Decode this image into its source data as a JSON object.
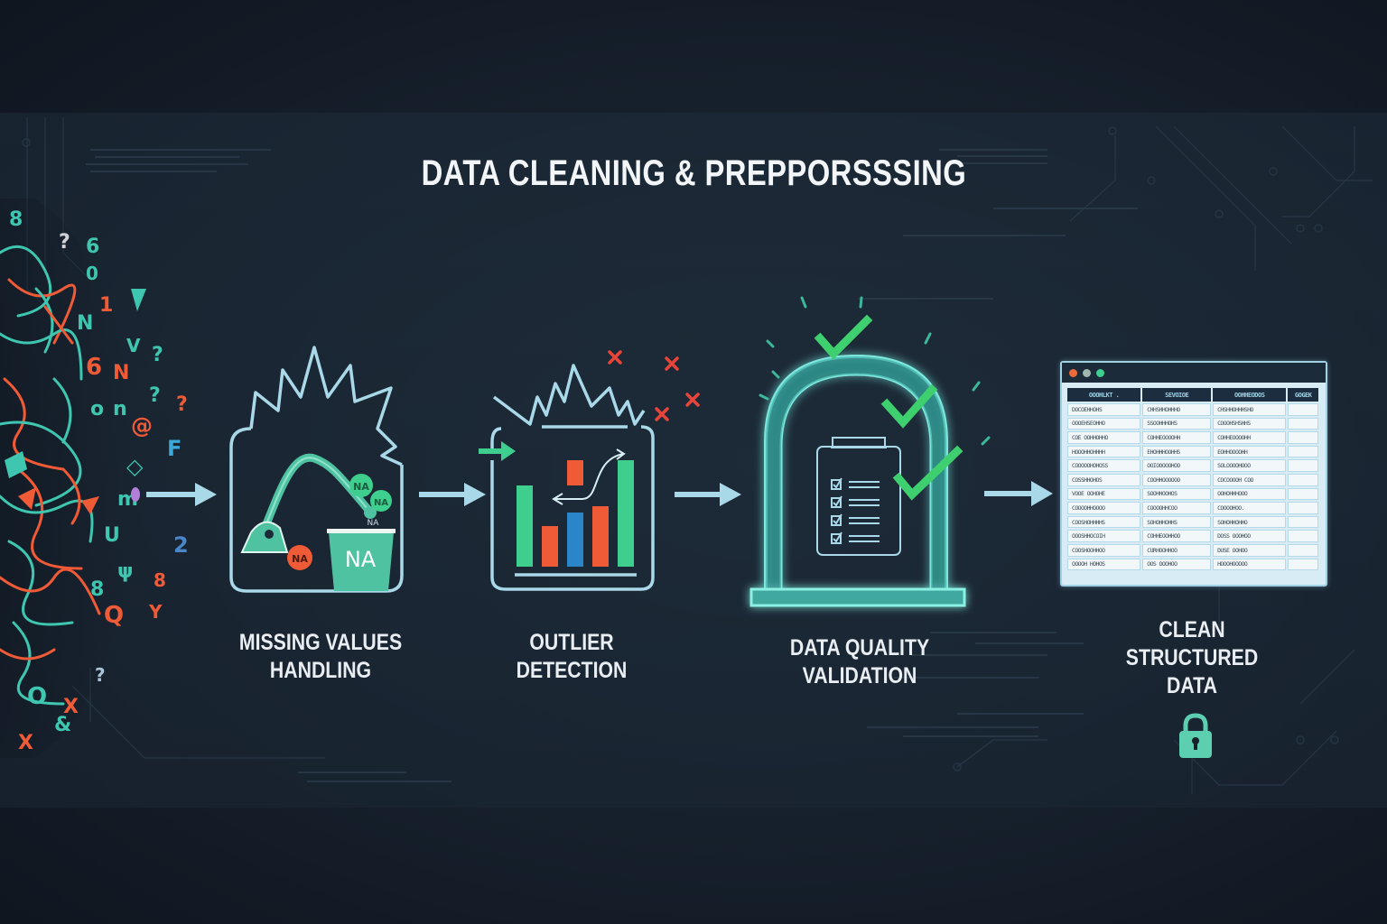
{
  "title": "DATA CLEANING & PREPPORSSSING",
  "colors": {
    "background": "#18232f",
    "accent_teal": "#4fc3a1",
    "accent_green": "#3ecf6e",
    "accent_red": "#ef5a37",
    "accent_blue": "#2a86c9",
    "outline_blue": "#a9d8e8",
    "glow_cyan": "#7fe8de",
    "text": "#eef2f5"
  },
  "input": {
    "description": "chaotic raw data characters",
    "glyphs": [
      "8",
      "?",
      "6",
      "0",
      "1",
      "N",
      "V",
      "?",
      "6",
      "?",
      "Q",
      "n",
      "@",
      "F",
      "◇",
      "2",
      "8",
      "ψ",
      "Y",
      "?",
      "X",
      "&"
    ]
  },
  "steps": [
    {
      "id": "missing-values",
      "label_lines": [
        "MISSING VALUES",
        "HANDLING"
      ],
      "icon": "vacuum-cleaner-na-bin-icon",
      "badges": {
        "bin": "NA",
        "red_bubble": "NA",
        "green_bubble_1": "NA",
        "green_bubble_2": "NA",
        "floating": "NA"
      }
    },
    {
      "id": "outlier-detection",
      "label_lines": [
        "OUTLIER",
        "DETECTION"
      ],
      "icon": "bar-chart-outlier-icon",
      "bars": [
        {
          "color": "#3ecf8e",
          "height": 0.62
        },
        {
          "color": "#ef5a37",
          "height": 0.36
        },
        {
          "color": "#2a86c9",
          "height": 0.47
        },
        {
          "color": "#ef5a37",
          "height": 0.53
        },
        {
          "color": "#3ecf8e",
          "height": 0.95
        }
      ],
      "outlier_marks": 4
    },
    {
      "id": "data-quality-validation",
      "label_lines": [
        "DATA QUALITY",
        "VALIDATION"
      ],
      "icon": "arch-gate-clipboard-checklist-icon",
      "checklist_items": 4,
      "checkmarks": 3
    },
    {
      "id": "clean-structured-data",
      "label_lines": [
        "CLEAN",
        "STRUCTURED",
        "DATA"
      ],
      "icon": "spreadsheet-window-icon",
      "lock_icon": "padlock-icon"
    }
  ],
  "table": {
    "window_dots": [
      "#ef6a3a",
      "#9fb8b0",
      "#3ecf8e"
    ],
    "headers": [
      "OOOHLKT .",
      "SEVOIOE",
      "OOHHEODOS",
      "GOGEK"
    ],
    "rows": [
      [
        "DOCOEHHOHS",
        "CHHSHHOHHHO",
        "CHSHHOHHHSHO",
        ""
      ],
      [
        "OOOEHSEOHHO",
        "SSOOHHHOHS",
        "COOOHSHSHHS",
        ""
      ],
      [
        "COE OOHHOHHO",
        "COHHEOOOOHH",
        "COHHEOOOOHH",
        ""
      ],
      [
        "HOOOHHOHHHH",
        "EHOHHHOOHHS",
        "EOHHOOOOHH",
        ""
      ],
      [
        "COOOOOHOHOSS",
        "OOIOOOOOHOO",
        "SOLOOOOHOOO",
        ""
      ],
      [
        "COSSHHOHOS",
        "COOHHOOOOOO",
        "COCOOOOH COO",
        ""
      ],
      [
        "VOOE OOHOHE",
        "SOOHHOOHOS",
        "OOHOHHHOOO",
        ""
      ],
      [
        "COOOOHHOOOO",
        "COOOOHHCOO",
        "COOOOHOO.",
        ""
      ],
      [
        "COOSHOHHHHS",
        "SOHOHHOHHS",
        "SOHOHHOHHO",
        ""
      ],
      [
        "OOOSHHOCOIH",
        "COHHEOOHHOO",
        "DOSS OOOHOO",
        ""
      ],
      [
        "COOSHOOHHOO",
        "CURHOOHHOO",
        "DUSE OOHOO",
        ""
      ],
      [
        "OOOOH HOHOS",
        "OOS OOOHOO",
        "HOOOHOOOOO",
        ""
      ]
    ]
  }
}
